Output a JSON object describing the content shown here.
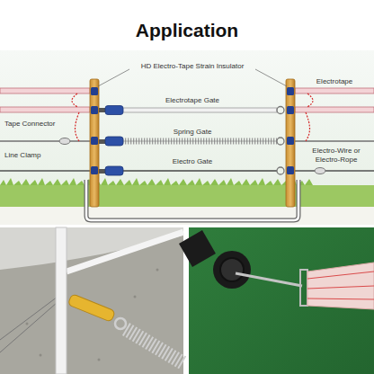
{
  "diagram": {
    "title": "Application",
    "labels": [
      "HD Electro-Tape Strain Insulator",
      "Electrotape",
      "Tape Connector",
      "Electrotape Gate",
      "Spring Gate",
      "Line Clamp",
      "Electro Gate",
      "Electro-Wire or Electro-Rope"
    ]
  }
}
